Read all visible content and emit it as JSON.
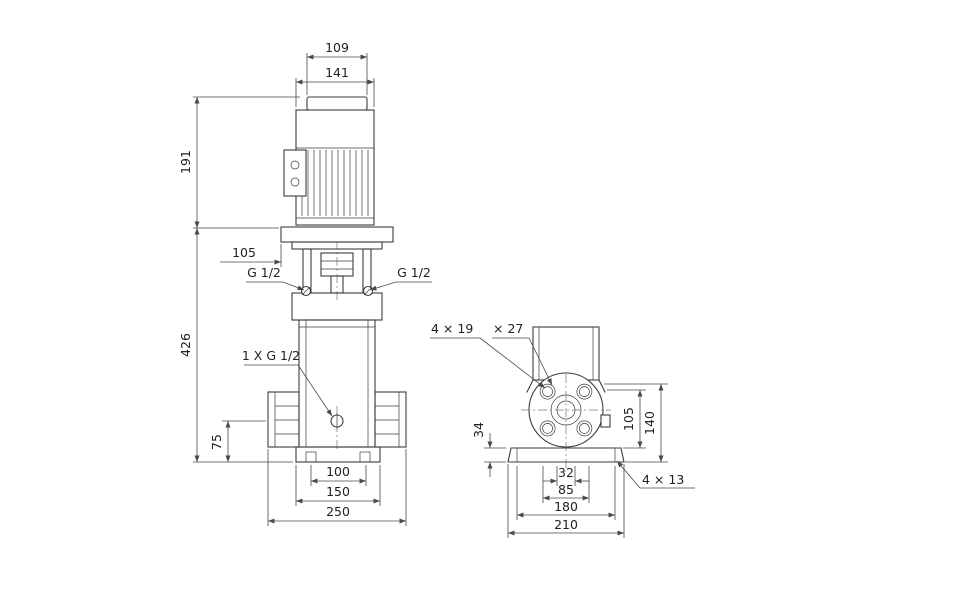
{
  "drawing": {
    "kind": "pump dimensional drawing",
    "colors": {
      "line": "#3c3c3c",
      "dim_line": "#4a4a4a",
      "background": "#ffffff"
    },
    "front": {
      "w_top": "109",
      "w_motor": "141",
      "h_motor": "191",
      "off_center": "105",
      "port_left": "G 1/2",
      "port_right": "G 1/2",
      "h_total": "426",
      "drain": "1 X G 1/2",
      "h_port": "75",
      "base_inner": "100",
      "base_mid": "150",
      "base_outer": "250"
    },
    "side": {
      "flange_holes": "4 × 19",
      "counterbore": "× 27",
      "h_base": "34",
      "h_105": "105",
      "h_140": "140",
      "w_32": "32",
      "w_85": "85",
      "w_180": "180",
      "w_210": "210",
      "base_holes": "4 × 13"
    }
  }
}
